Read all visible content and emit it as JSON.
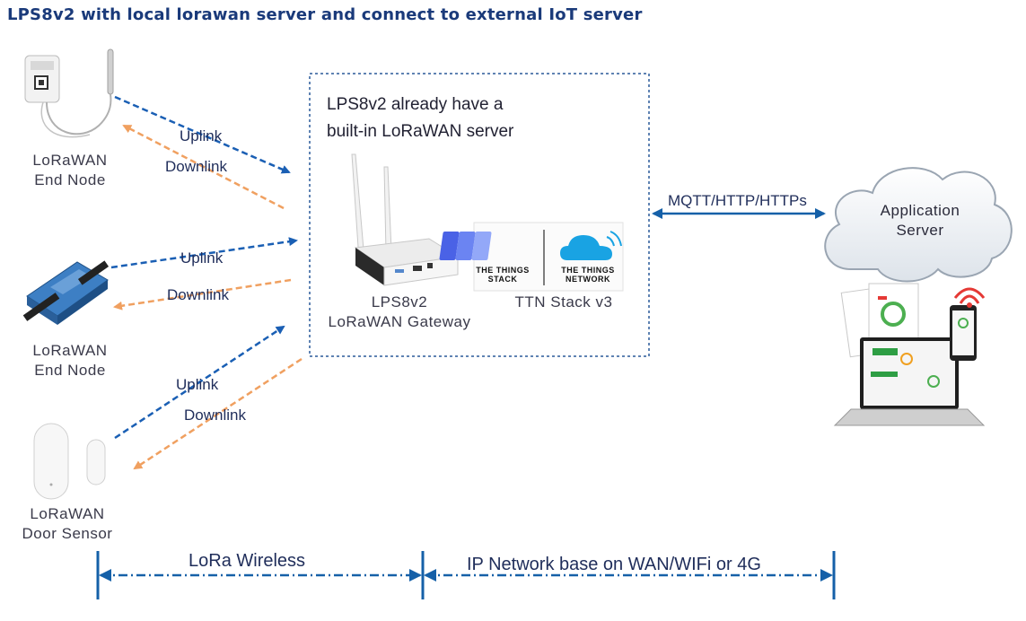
{
  "title": "LPS8v2 with local lorawan server and connect to external IoT server",
  "box": {
    "line1": "LPS8v2 already have a",
    "line2": "built-in LoRaWAN server"
  },
  "gateway": {
    "line1": "LPS8v2",
    "line2": "LoRaWAN Gateway"
  },
  "ttn": {
    "caption": "TTN Stack v3",
    "logo_left_line1": "THE THINGS",
    "logo_left_line2": "STACK",
    "logo_right_line1": "THE THINGS",
    "logo_right_line2": "NETWORK"
  },
  "links": {
    "uplink": "Uplink",
    "downlink": "Downlink",
    "protocol": "MQTT/HTTP/HTTPs"
  },
  "nodes": [
    {
      "line1": "LoRaWAN",
      "line2": "End Node"
    },
    {
      "line1": "LoRaWAN",
      "line2": "End Node"
    },
    {
      "line1": "LoRaWAN",
      "line2": "Door Sensor"
    }
  ],
  "server": {
    "line1": "Application",
    "line2": "Server"
  },
  "bottom": {
    "left": "LoRa Wireless",
    "right": "IP Network base on WAN/WIFi or 4G"
  },
  "colors": {
    "uplink": "#1a5fb4",
    "downlink": "#f0a060",
    "title": "#1a3a7a",
    "box_border": "#2a5a9a"
  }
}
